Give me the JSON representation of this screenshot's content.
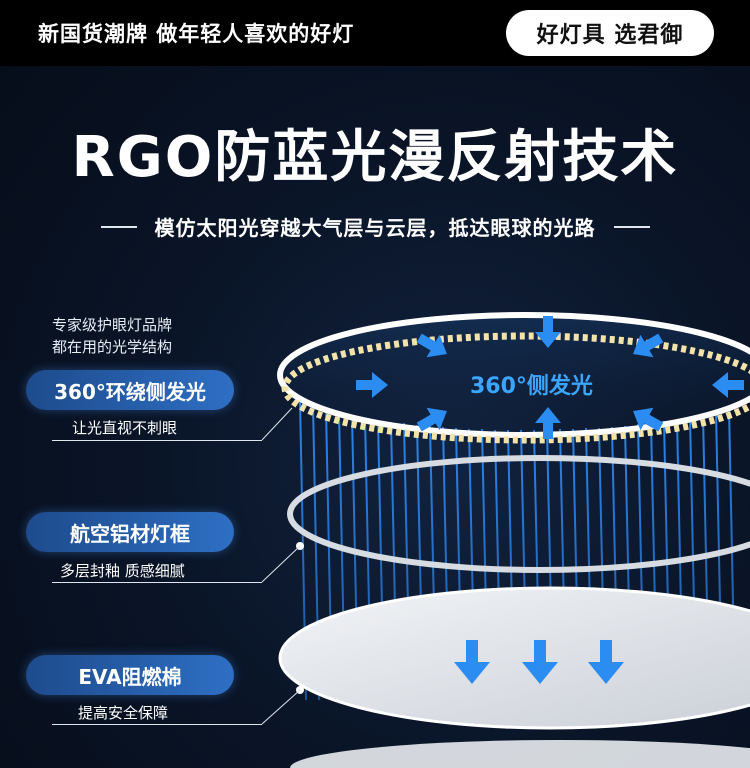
{
  "header": {
    "slogan": "新国货潮牌  做年轻人喜欢的好灯",
    "pill_button": "好灯具 选君御"
  },
  "hero": {
    "title": "RGO防蓝光漫反射技术",
    "subtitle": "模仿太阳光穿越大气层与云层，抵达眼球的光路"
  },
  "intro": {
    "line1": "专家级护眼灯品牌",
    "line2": "都在用的光学结构"
  },
  "layers": [
    {
      "label": "360°环绕侧发光",
      "caption": "让光直视不刺眼"
    },
    {
      "label": "航空铝材灯框",
      "caption": "多层封釉  质感细腻"
    },
    {
      "label": "EVA阻燃棉",
      "caption": "提高安全保障"
    }
  ],
  "diagram": {
    "ring_label": "360°侧发光",
    "colors": {
      "accent": "#2f8fff",
      "arrow": "#2b8cf2",
      "led": "#f4e3a8"
    }
  }
}
